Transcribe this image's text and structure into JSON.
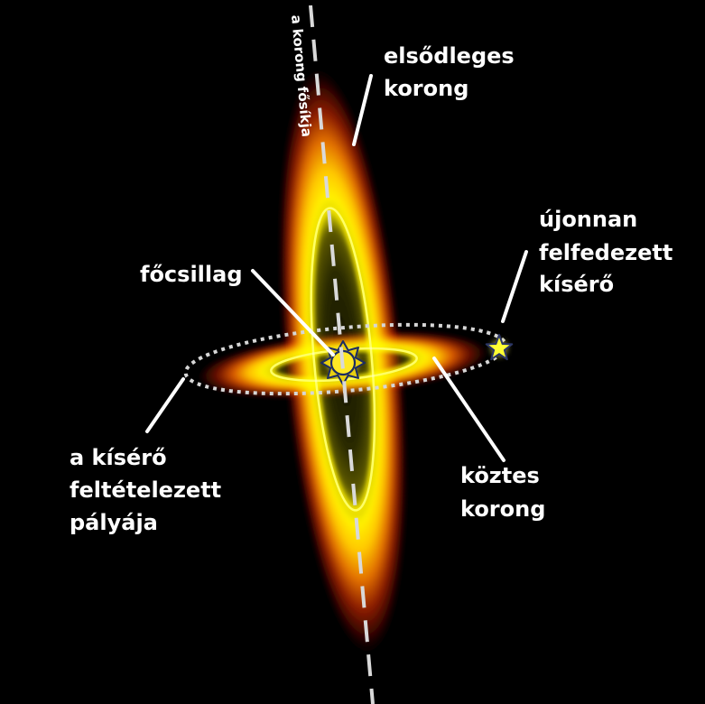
{
  "colors": {
    "background": "#000000",
    "label_text": "#ffffff",
    "pointer_line": "#ffffff",
    "disk_glow": "#ffee00",
    "disk_ring": "#ffff66",
    "disk_edge": "#8a1c00",
    "midplane_line": "#d9d9d9",
    "orbit_dots": "#d6d6d6",
    "star_fill": "#ffe925",
    "star_outline": "#1b2b63"
  },
  "icons": {
    "main_star": "sun-star-icon",
    "companion": "five-point-star-icon"
  },
  "labels": {
    "midplane": "a korong fősíkja",
    "primary_disk": [
      "elsődleges",
      "korong"
    ],
    "new_companion": [
      "újonnan",
      "felfedezett",
      "kísérő"
    ],
    "main_star": "főcsillag",
    "companion_orbit": [
      "a kísérő",
      "feltételezett",
      "pályája"
    ],
    "intermediate_disk": [
      "köztes",
      "korong"
    ]
  }
}
